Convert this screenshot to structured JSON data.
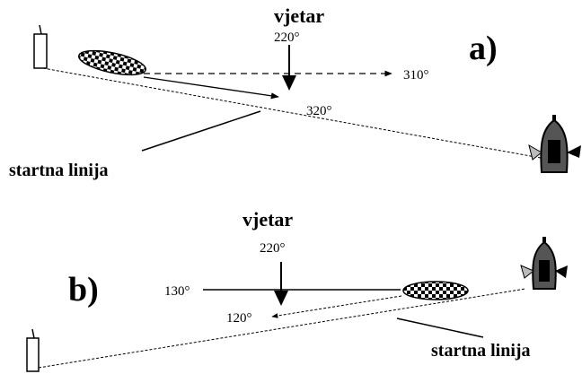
{
  "panel_a": {
    "tag": "a)",
    "wind_label": "vjetar",
    "wind_angle": "220°",
    "heading_dashed": "310°",
    "heading_arrow": "320°",
    "start_line_label": "startna linija"
  },
  "panel_b": {
    "tag": "b)",
    "wind_label": "vjetar",
    "wind_angle": "220°",
    "heading_solid": "130°",
    "heading_dashed": "120°",
    "start_line_label": "startna linija"
  },
  "icons": [
    "buoy-icon",
    "checkered-boat-icon",
    "committee-boat-icon"
  ]
}
